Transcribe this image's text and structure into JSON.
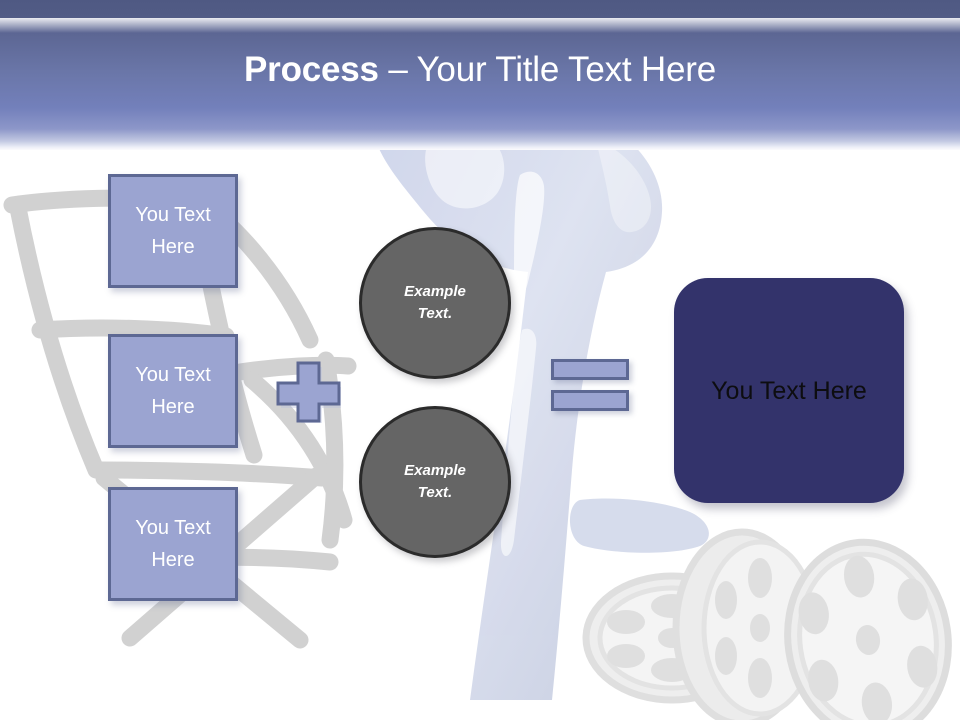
{
  "slide": {
    "title": {
      "bold_part": "Process",
      "separator": " – ",
      "rest": "Your Title Text Here",
      "full": "Process – Your Title Text Here"
    },
    "background": {
      "header_gradient_top": "#4f5983",
      "header_gradient_mid": "#7380bb",
      "header_gradient_bottom": "#fbfbfd",
      "body_color": "#ffffff",
      "watermark_description": "faded directors chair, movie camera and film reels"
    }
  },
  "diagram": {
    "input_boxes": [
      {
        "label": "You Text\nHere",
        "line1": "You Text",
        "line2": "Here"
      },
      {
        "label": "You Text\nHere",
        "line1": "You Text",
        "line2": "Here"
      },
      {
        "label": "You Text\nHere",
        "line1": "You Text",
        "line2": "Here"
      }
    ],
    "operators": {
      "plus": "+",
      "equals": "="
    },
    "circles": [
      {
        "line1": "Example",
        "line2": "Text."
      },
      {
        "line1": "Example",
        "line2": "Text."
      }
    ],
    "result": {
      "label": "You Text Here"
    },
    "colors": {
      "box_fill": "#9ba4d1",
      "box_border": "#5d6893",
      "box_text": "#ffffff",
      "circle_fill": "#656565",
      "circle_border": "#2b2b2b",
      "circle_text": "#ffffff",
      "result_fill": "#33336b",
      "result_text": "#0d0d10"
    }
  }
}
